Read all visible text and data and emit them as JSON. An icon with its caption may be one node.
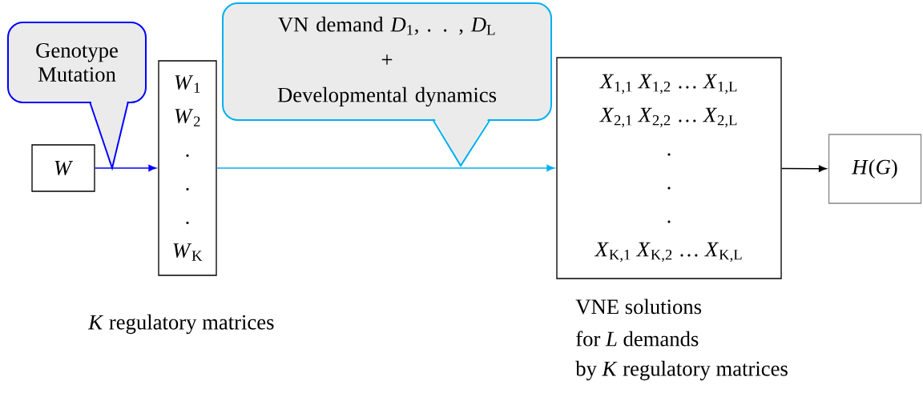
{
  "diagram": {
    "nodes": [
      {
        "text": [
          "Genotype Mutation"
        ]
      },
      {
        "text": [
          "*W*"
        ]
      },
      {
        "text": [
          "*W*$_{1}$",
          "*W*$_{2}$",
          ".",
          ".",
          ".",
          "*W*$_{K}$"
        ],
        "beside": [
          "*K* regulatory matrices"
        ]
      },
      {
        "text": [
          "VN demand *D*$_{1}$, . . , *D*$_{L}$",
          "+",
          "Developmental dynamics"
        ]
      },
      {
        "text": [
          "*X*$_{1,1}$ *X*$_{1,2}$ … *X*$_{1,L}$",
          "*X*$_{2,1}$ *X*$_{2,2}$ … *X*$_{2,L}$",
          ".",
          ".",
          ".",
          "*X*$_{K,1}$ *X*$_{K,2}$ … *X*$_{K,L}$"
        ],
        "beside": [
          "VNE solutions",
          "for *L* demands",
          "by *K* regulatory matrices"
        ]
      },
      {
        "text": [
          "*H*(*G*)"
        ]
      }
    ],
    "edges": [
      {
        "from": 1,
        "to": 2,
        "arrow": "to",
        "color": "#0000ff"
      },
      {
        "from": 2,
        "to": 4,
        "arrow": "to",
        "color": "#00b0f0"
      },
      {
        "from": 4,
        "to": 5,
        "arrow": "to",
        "color": "#000000"
      }
    ]
  }
}
